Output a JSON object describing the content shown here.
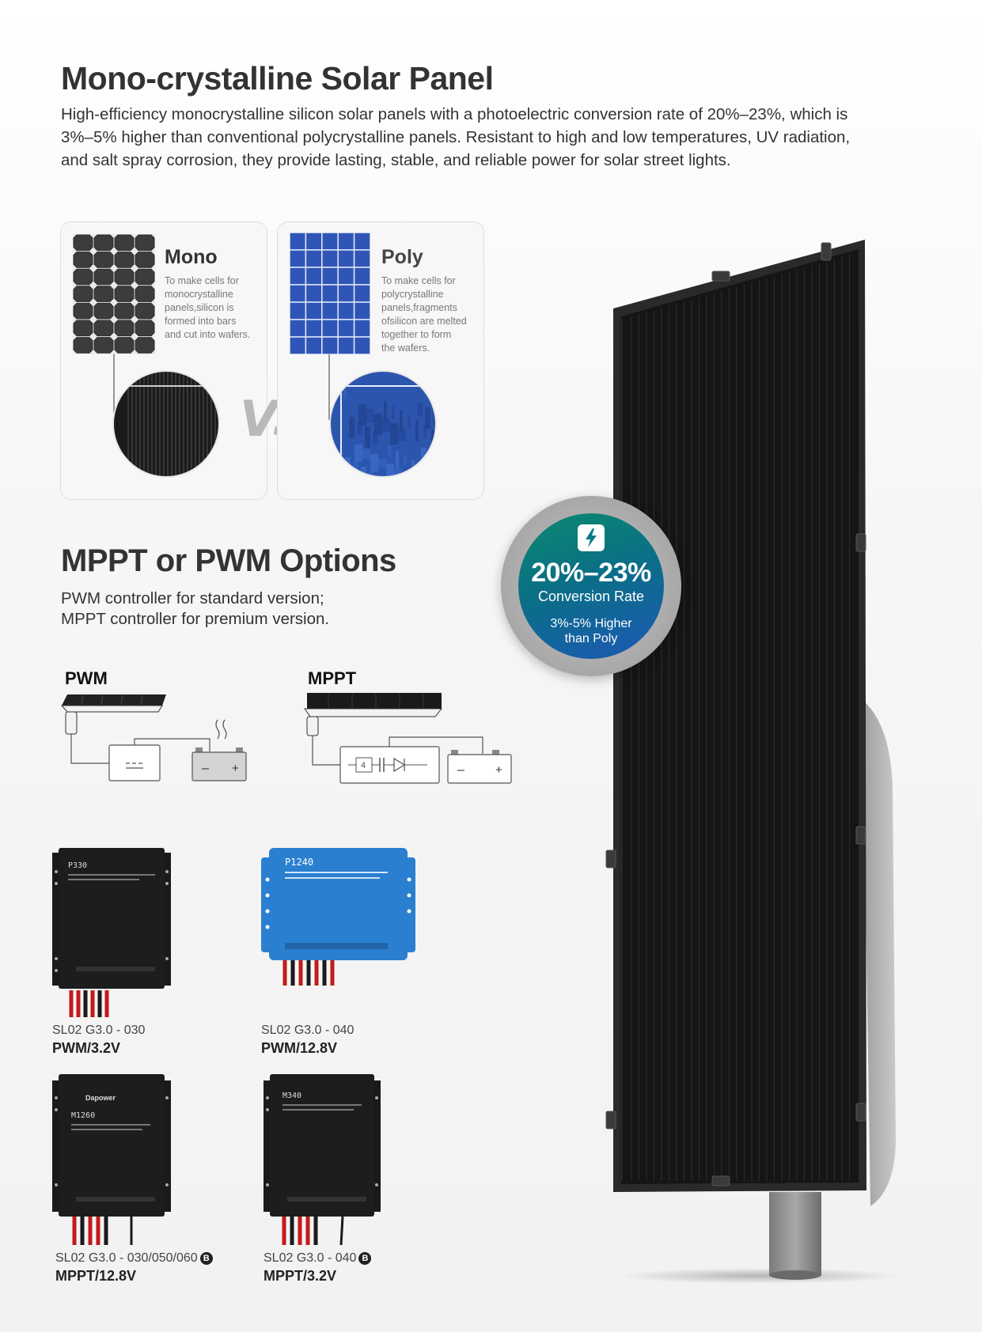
{
  "hero": {
    "title": "Mono-crystalline Solar Panel",
    "lines": [
      "High-efficiency monocrystalline silicon solar panels with a photoelectric conversion rate of 20%–23%, which is",
      "3%–5% higher than conventional polycrystalline panels. Resistant to high and low temperatures, UV radiation,",
      "and salt spray corrosion, they provide lasting, stable, and reliable power for solar street lights."
    ]
  },
  "comparison": {
    "mono": {
      "title": "Mono",
      "desc": [
        "To make cells for",
        "monocrystalline",
        "panels,silicon is",
        "formed into bars",
        "and cut into wafers."
      ]
    },
    "vs_label": "VS",
    "poly": {
      "title": "Poly",
      "desc": [
        "To make cells for",
        "polycrystalline",
        "panels,fragments",
        "ofsilicon are melted",
        "together to form",
        "the wafers."
      ]
    }
  },
  "options": {
    "title": "MPPT or PWM Options",
    "lines": [
      "PWM controller for standard version;",
      "MPPT controller for premium version."
    ]
  },
  "diagrams": {
    "pwm_label": "PWM",
    "mppt_label": "MPPT",
    "mppt_box_number": "4"
  },
  "controllers": [
    {
      "label": "P330",
      "model": "SL02 G3.0 - 030",
      "spec": "PWM/3.2V",
      "b_badge": ""
    },
    {
      "label": "P1240",
      "model": "SL02 G3.0 - 040",
      "spec": "PWM/12.8V",
      "b_badge": ""
    },
    {
      "label": "M1260",
      "brand": "Dapower",
      "model": "SL02 G3.0 - 030/050/060",
      "spec": "MPPT/12.8V",
      "b_badge": "B"
    },
    {
      "label": "M340",
      "model": "SL02 G3.0 - 040",
      "spec": "MPPT/3.2V",
      "b_badge": "B"
    }
  ],
  "badge": {
    "rate": "20%–23%",
    "conversion_label": "Conversion Rate",
    "higher_line1": "3%-5% Higher",
    "higher_line2": "than Poly"
  },
  "colors": {
    "badge_teal": "#0b8a6e",
    "badge_blue": "#1d57b6",
    "poly_blue": "#2f56b7",
    "panel_black": "#151515",
    "controller_blue": "#2a7fd0"
  }
}
